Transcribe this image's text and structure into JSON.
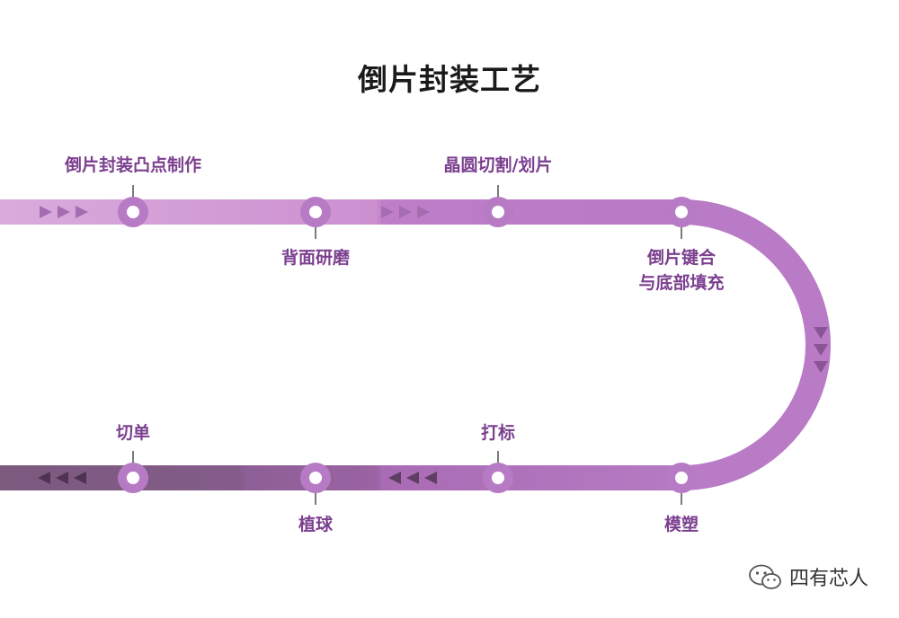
{
  "title": "倒片封装工艺",
  "steps": [
    {
      "label": "倒片封装凸点制作"
    },
    {
      "label": "背面研磨"
    },
    {
      "label": "晶圆切割/划片"
    },
    {
      "label": "倒片键合\n与底部填充"
    },
    {
      "label": "模塑"
    },
    {
      "label": "打标"
    },
    {
      "label": "植球"
    },
    {
      "label": "切单"
    }
  ],
  "watermark": {
    "text": "四有芯人",
    "icon": "wechat-icon"
  },
  "colors": {
    "track_light": "#d7a6da",
    "track_mid": "#bd7fc6",
    "track_dark": "#7f5681",
    "node": "#b77bc5",
    "label": "#7b3f8f",
    "arrow_light": "#a56cb0",
    "arrow_dark": "#5a3a5e"
  }
}
